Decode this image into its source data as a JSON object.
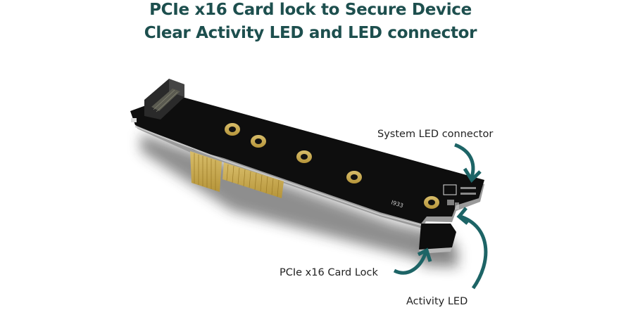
{
  "title": {
    "line1": "PCIe x16 Card lock to Secure Device",
    "line2": "Clear Activity LED and LED connector"
  },
  "callouts": {
    "system_led_connector": "System LED connector",
    "card_lock": "PCIe x16 Card Lock",
    "activity_led": "Activity LED"
  },
  "board": {
    "silkscreen_text": "I933",
    "colors": {
      "pcb": "#0d0d0d",
      "gold": "#c9a94a",
      "arrow": "#1d6466",
      "title": "#1d4f4e"
    }
  }
}
